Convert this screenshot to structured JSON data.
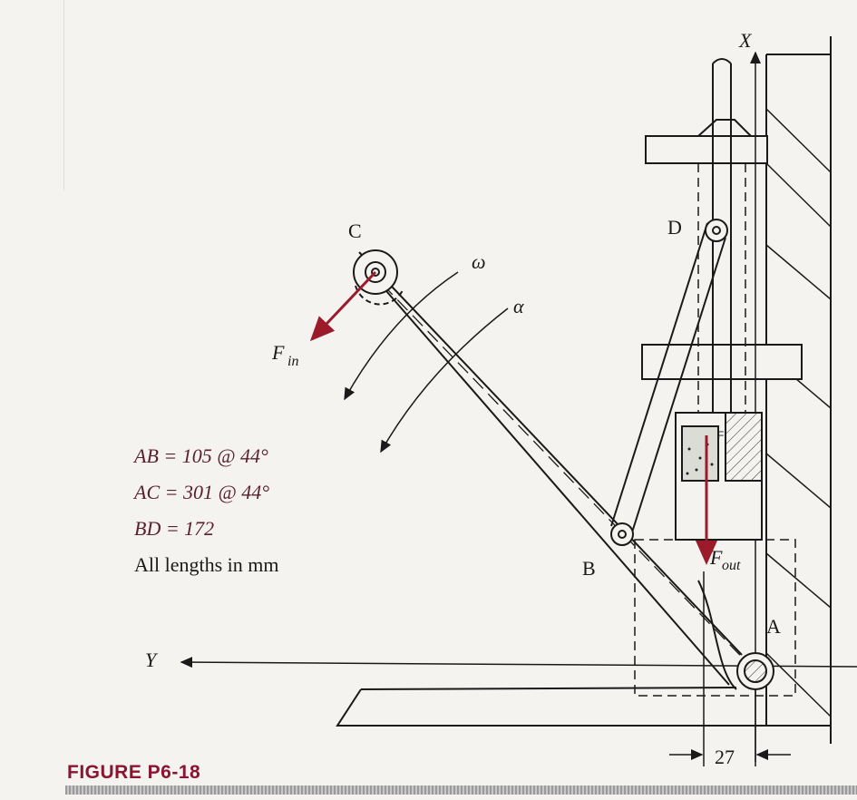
{
  "figure": {
    "title": "FIGURE P6-18",
    "colors": {
      "ink": "#1a1a1a",
      "force": "#9b1b2b",
      "title": "#8b1530"
    }
  },
  "labels": {
    "axis_x": "X",
    "axis_y": "Y",
    "point_a": "A",
    "point_b": "B",
    "point_c": "C",
    "point_d": "D",
    "omega": "ω",
    "alpha": "α",
    "force_in": "F",
    "force_in_sub": "in",
    "force_out": "F",
    "force_out_sub": "out",
    "block_f": "F",
    "dim_27": "27"
  },
  "notes": {
    "ab": "AB = 105 @ 44°",
    "ac": "AC = 301 @ 44°",
    "bd": "BD = 172",
    "units": "All lengths in mm"
  }
}
